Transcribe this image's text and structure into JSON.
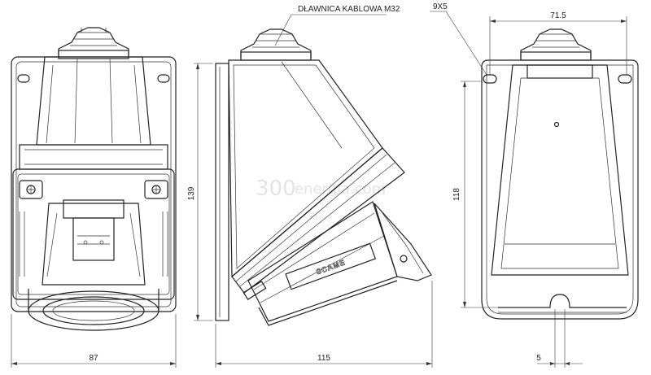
{
  "labels": {
    "gland": "DŁAWNICA KABLOWA M32",
    "hole": "9X5",
    "brand": "SCAME",
    "watermark_num": "300",
    "watermark_text": "energia.com"
  },
  "dimensions": {
    "front_width": "87",
    "side_width": "115",
    "side_height": "139",
    "back_height": "118",
    "back_top_width": "71.5",
    "back_bottom_width": "5"
  }
}
